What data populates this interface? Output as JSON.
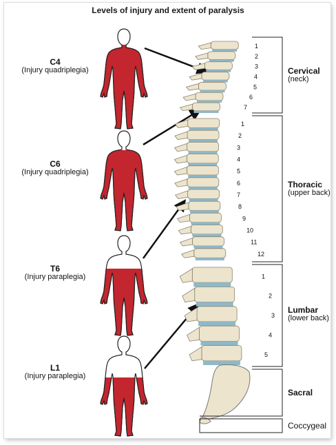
{
  "title": "Levels of injury and extent of paralysis",
  "injuries": [
    {
      "level": "C4",
      "description": "(Injury quadriplegia)"
    },
    {
      "level": "C6",
      "description": "(Injury quadriplegia)"
    },
    {
      "level": "T6",
      "description": "(Injury paraplegia)"
    },
    {
      "level": "L1",
      "description": "(Injury paraplegia)"
    }
  ],
  "regions": [
    {
      "name": "Cervical",
      "sub": "(neck)"
    },
    {
      "name": "Thoracic",
      "sub": "(upper back)"
    },
    {
      "name": "Lumbar",
      "sub": "(lower back)"
    },
    {
      "name": "Sacral",
      "sub": ""
    },
    {
      "name": "Coccygeal",
      "sub": ""
    }
  ],
  "vertebra_numbers": {
    "cervical": [
      "1",
      "2",
      "3",
      "4",
      "5",
      "6",
      "7"
    ],
    "thoracic": [
      "1",
      "2",
      "3",
      "4",
      "5",
      "6",
      "7",
      "8",
      "9",
      "10",
      "11",
      "12"
    ],
    "lumbar": [
      "1",
      "2",
      "3",
      "4",
      "5"
    ]
  },
  "colors": {
    "paralysis": "#c3262e",
    "bone": "#ece4cc",
    "disc": "#8fb8c8",
    "outline": "#333333"
  }
}
